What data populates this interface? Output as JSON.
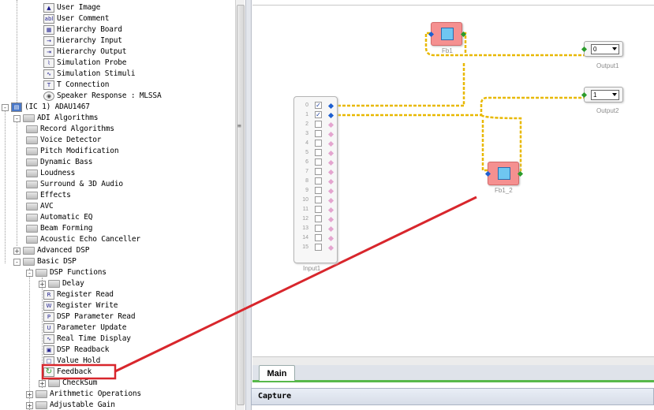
{
  "tree": {
    "items": [
      {
        "label": "User Image",
        "icon": "image-icon",
        "level": 3
      },
      {
        "label": "User Comment",
        "icon": "comment-icon",
        "level": 3
      },
      {
        "label": "Hierarchy Board",
        "icon": "board-icon",
        "level": 3
      },
      {
        "label": "Hierarchy Input",
        "icon": "input-pin-icon",
        "level": 3
      },
      {
        "label": "Hierarchy Output",
        "icon": "output-pin-icon",
        "level": 3
      },
      {
        "label": "Simulation Probe",
        "icon": "probe-icon",
        "level": 3
      },
      {
        "label": "Simulation Stimuli",
        "icon": "stimuli-icon",
        "level": 3
      },
      {
        "label": "T Connection",
        "icon": "t-connection-icon",
        "level": 3
      },
      {
        "label": "Speaker Response : MLSSA",
        "icon": "speaker-icon",
        "level": 3
      },
      {
        "label": "(IC 1) ADAU1467",
        "icon": "chip-icon",
        "level": 0
      },
      {
        "label": "ADI Algorithms",
        "icon": "folder-icon",
        "level": 1
      },
      {
        "label": "Record Algorithms",
        "icon": "folder-icon",
        "level": 2
      },
      {
        "label": "Voice Detector",
        "icon": "folder-icon",
        "level": 2
      },
      {
        "label": "Pitch Modification",
        "icon": "folder-icon",
        "level": 2
      },
      {
        "label": "Dynamic Bass",
        "icon": "folder-icon",
        "level": 2
      },
      {
        "label": "Loudness",
        "icon": "folder-icon",
        "level": 2
      },
      {
        "label": "Surround & 3D Audio",
        "icon": "folder-icon",
        "level": 2
      },
      {
        "label": "Effects",
        "icon": "folder-icon",
        "level": 2
      },
      {
        "label": "AVC",
        "icon": "folder-icon",
        "level": 2
      },
      {
        "label": "Automatic EQ",
        "icon": "folder-icon",
        "level": 2
      },
      {
        "label": "Beam Forming",
        "icon": "folder-icon",
        "level": 2
      },
      {
        "label": "Acoustic Echo Canceller",
        "icon": "folder-icon",
        "level": 2
      },
      {
        "label": "Advanced DSP",
        "icon": "folder-icon",
        "level": 1
      },
      {
        "label": "Basic DSP",
        "icon": "folder-icon",
        "level": 1
      },
      {
        "label": "DSP Functions",
        "icon": "folder-icon",
        "level": 2
      },
      {
        "label": "Delay",
        "icon": "folder-icon",
        "level": 3
      },
      {
        "label": "Register Read",
        "icon": "register-read-icon",
        "level": 3
      },
      {
        "label": "Register Write",
        "icon": "register-write-icon",
        "level": 3
      },
      {
        "label": "DSP Parameter Read",
        "icon": "parameter-read-icon",
        "level": 3
      },
      {
        "label": "Parameter Update",
        "icon": "parameter-update-icon",
        "level": 3
      },
      {
        "label": "Real Time Display",
        "icon": "display-icon",
        "level": 3
      },
      {
        "label": "DSP Readback",
        "icon": "readback-icon",
        "level": 3
      },
      {
        "label": "Value Hold",
        "icon": "value-hold-icon",
        "level": 3
      },
      {
        "label": "Feedback",
        "icon": "feedback-icon",
        "level": 3,
        "highlighted": true
      },
      {
        "label": "CheckSum",
        "icon": "folder-icon",
        "level": 3
      },
      {
        "label": "Arithmetic Operations",
        "icon": "folder-icon",
        "level": 2
      },
      {
        "label": "Adjustable Gain",
        "icon": "folder-icon",
        "level": 2
      }
    ]
  },
  "canvas": {
    "blocks": {
      "fb1": {
        "label": "Fb1"
      },
      "fb1_2": {
        "label": "Fb1_2"
      },
      "output1": {
        "label": "Output1",
        "value": "0"
      },
      "output2": {
        "label": "Output2",
        "value": "1"
      },
      "input1": {
        "label": "Input1",
        "rows": [
          "0",
          "1",
          "2",
          "3",
          "4",
          "5",
          "6",
          "7",
          "8",
          "9",
          "10",
          "11",
          "12",
          "13",
          "14",
          "15"
        ],
        "checked": [
          true,
          true,
          false,
          false,
          false,
          false,
          false,
          false,
          false,
          false,
          false,
          false,
          false,
          false,
          false,
          false
        ]
      }
    }
  },
  "tabs": {
    "main": "Main"
  },
  "panels": {
    "capture": "Capture"
  },
  "colors": {
    "wire": "#e8b800",
    "annotation": "#d8262c",
    "tab_accent": "#58b84a"
  }
}
